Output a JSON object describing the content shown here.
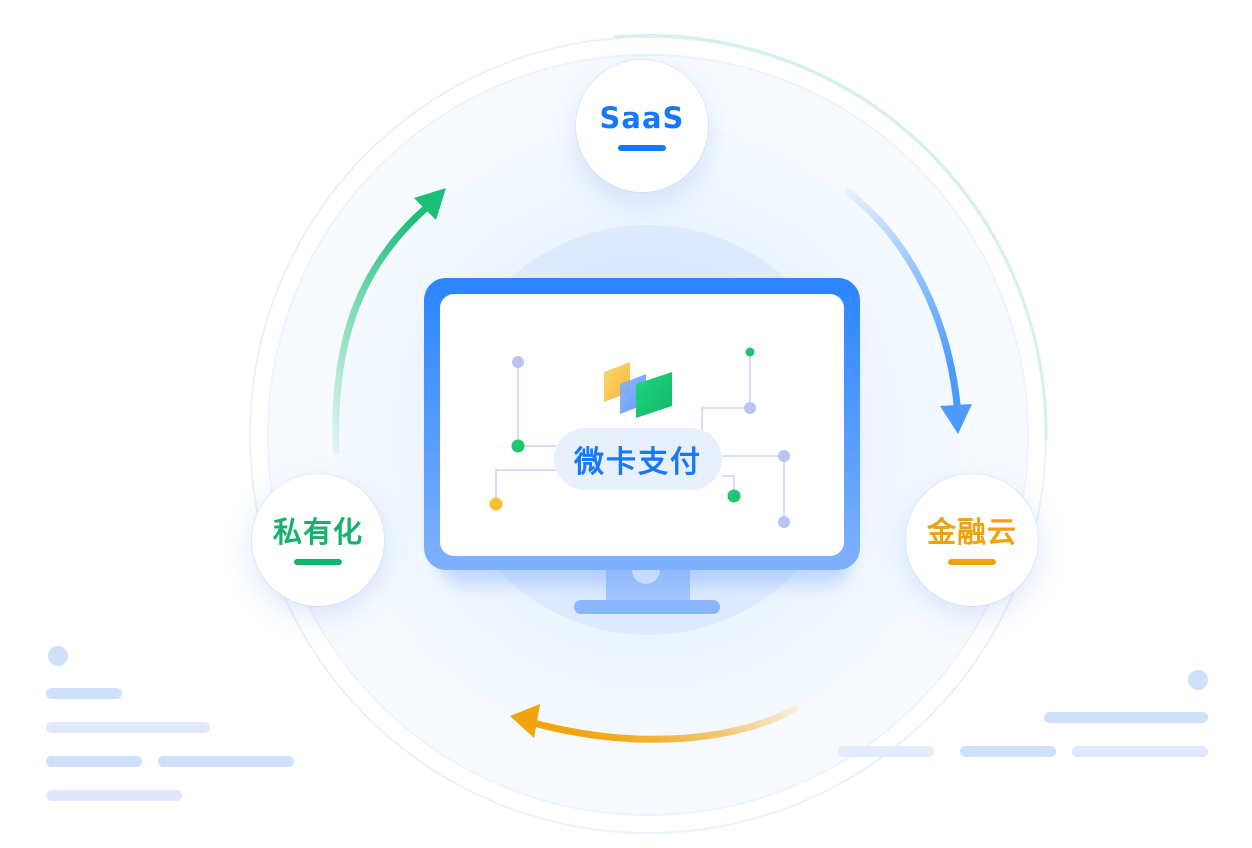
{
  "nodes": {
    "saas": {
      "label": "SaaS",
      "color": "#1677ff"
    },
    "private": {
      "label": "私有化",
      "color": "#16b26b"
    },
    "finance": {
      "label": "金融云",
      "color": "#efa20f"
    }
  },
  "center": {
    "label": "微卡支付",
    "color": "#1677ff"
  },
  "colors": {
    "arrow_green": "#1bbf78",
    "arrow_blue": "#4b9bff",
    "arrow_orange": "#f1a40c",
    "monitor_blue": "#2f86ff",
    "circuit_dot_green": "#1ec76f",
    "circuit_dot_yellow": "#f5be33",
    "circuit_dot_lavender": "#b9c4f2"
  }
}
